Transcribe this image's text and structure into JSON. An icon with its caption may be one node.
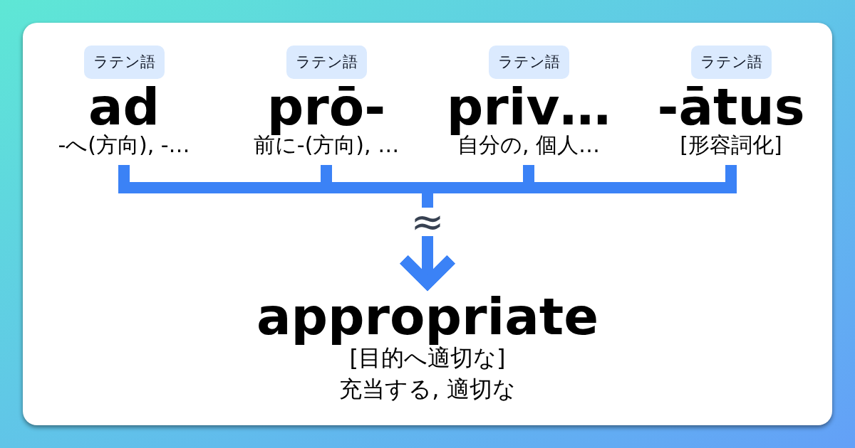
{
  "diagram": {
    "nodes": [
      {
        "text": [
          "ラテン語",
          "ad",
          "-へ(方向), -…"
        ]
      },
      {
        "text": [
          "ラテン語",
          "prō-",
          "前に-(方向), …"
        ]
      },
      {
        "text": [
          "ラテン語",
          "priv…",
          "自分の, 個人…"
        ]
      },
      {
        "text": [
          "ラテン語",
          "-ātus",
          "[形容詞化]"
        ]
      },
      {
        "text": [
          "appropriate",
          "[目的へ適切な]",
          "充当する, 適切な"
        ]
      }
    ],
    "edges": [
      {
        "from": 0,
        "to": 4,
        "arrow": "to"
      },
      {
        "from": 1,
        "to": 4,
        "arrow": "to"
      },
      {
        "from": 2,
        "to": 4,
        "arrow": "to"
      },
      {
        "from": 3,
        "to": 4,
        "arrow": "to"
      }
    ],
    "labels": [
      "≈"
    ]
  }
}
